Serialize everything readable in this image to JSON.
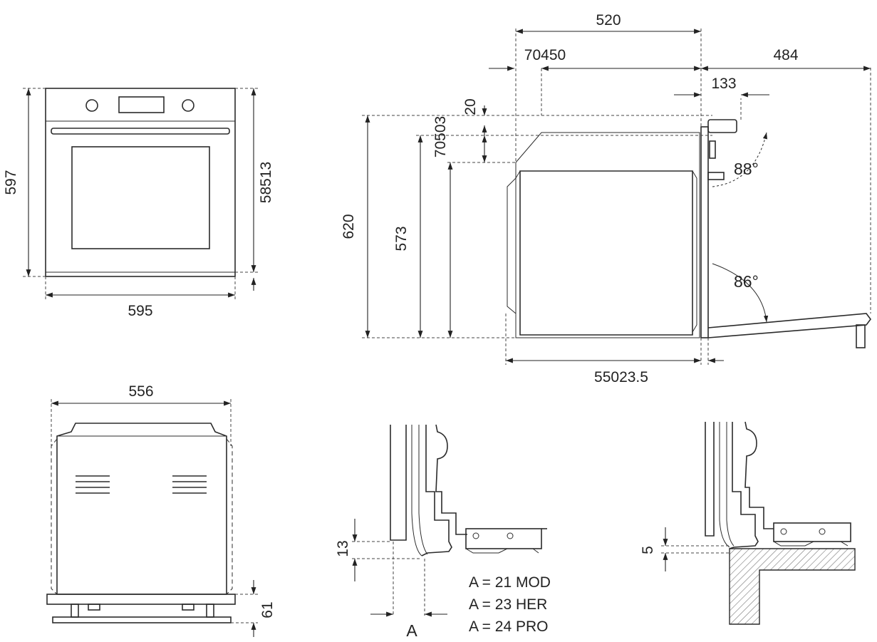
{
  "front_view": {
    "height_total": "597",
    "height_inner": "58513",
    "width": "595"
  },
  "side_view": {
    "depth_top": "520",
    "depth_pair": "70450",
    "door_open": "484",
    "handle_depth": "133",
    "top_offset": "20",
    "top_offset_pair": "70503",
    "height_total": "620",
    "height_body": "573",
    "angle_upper": "88°",
    "angle_lower": "86°",
    "depth_bottom": "55023.5"
  },
  "top_view": {
    "width": "556",
    "foot_height": "61"
  },
  "detail_a": {
    "gap": "13",
    "label": "A",
    "notes": [
      "A = 21 MOD",
      "A = 23 HER",
      "A = 24 PRO"
    ]
  },
  "detail_b": {
    "gap": "5"
  },
  "colors": {
    "line": "#2b2b2b",
    "background": "#ffffff"
  }
}
